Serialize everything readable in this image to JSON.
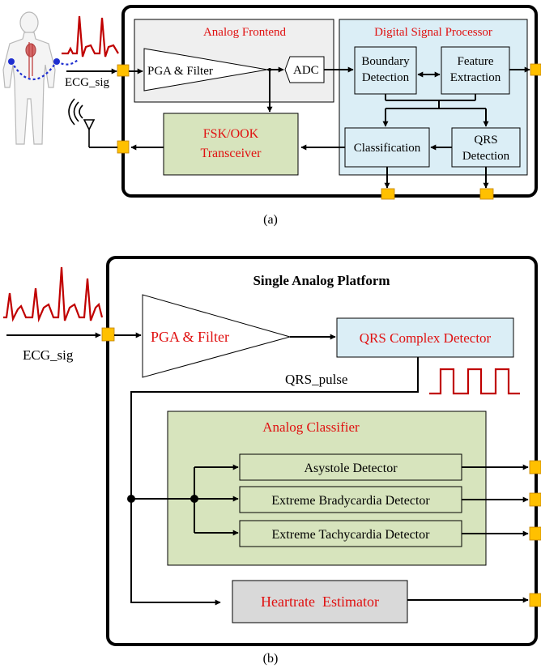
{
  "colors": {
    "red": "#e01010",
    "analog_frontend_fill": "#efefef",
    "dsp_fill": "#dbeef6",
    "green_fill": "#d7e4bd",
    "estimator_fill": "#d9d9d9",
    "port": "#ffc000",
    "wire": "#000000",
    "electrode_wire": "#1f2fd0"
  },
  "icons": [
    "human-body-figure",
    "ecg-waveform",
    "antenna-icon",
    "square-pulse-waveform"
  ],
  "fig_a": {
    "ecg_signal_label": "ECG_sig",
    "analog_frontend_title": "Analog Frontend",
    "pga_filter_label": "PGA & Filter",
    "adc_label": "ADC",
    "dsp_title": "Digital Signal Processor",
    "boundary_line1": "Boundary",
    "boundary_line2": "Detection",
    "feature_line1": "Feature",
    "feature_line2": "Extraction",
    "classification_label": "Classification",
    "qrs_line1": "QRS",
    "qrs_line2": "Detection",
    "transceiver_line1": "FSK/OOK",
    "transceiver_line2": "Transceiver",
    "caption": "(a)"
  },
  "fig_b": {
    "platform_title": "Single Analog Platform",
    "ecg_signal_label": "ECG_sig",
    "pga_filter_label": "PGA & Filter",
    "qrs_detector_label": "QRS Complex Detector",
    "qrs_pulse_label": "QRS_pulse",
    "classifier_title": "Analog Classifier",
    "asystole_label": "Asystole Detector",
    "bradycardia_label": "Extreme Bradycardia Detector",
    "tachycardia_label": "Extreme Tachycardia Detector",
    "heartrate_label": "Heartrate  Estimator",
    "caption": "(b)"
  }
}
